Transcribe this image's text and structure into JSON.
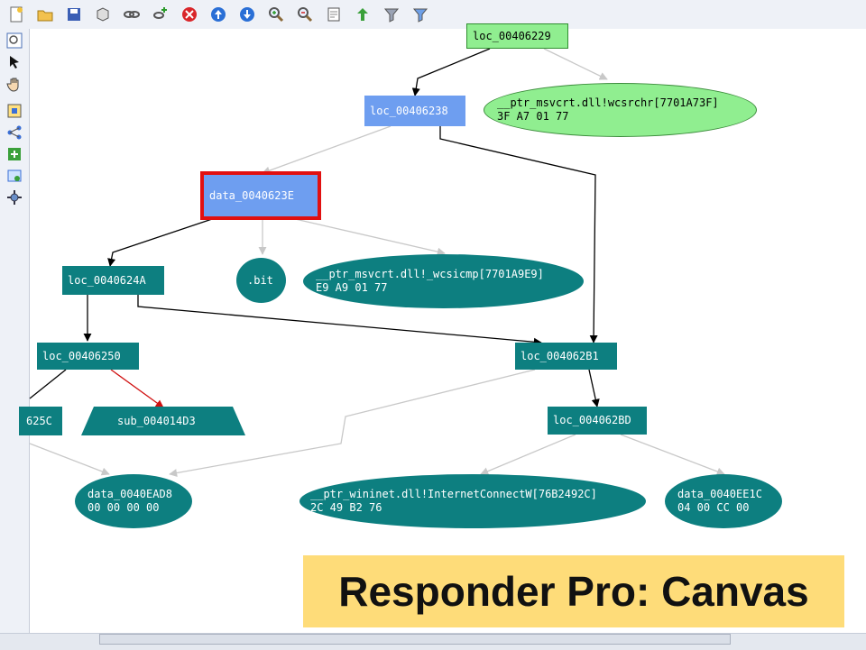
{
  "graph": {
    "nodes": {
      "loc_00406229": "loc_00406229",
      "loc_00406238": "loc_00406238",
      "ptr_wcsrchr_line1": "__ptr_msvcrt.dll!wcsrchr[7701A73F]",
      "ptr_wcsrchr_line2": "3F A7 01 77",
      "data_0040623E": "data_0040623E",
      "loc_0040624A": "loc_0040624A",
      "bit": ".bit",
      "ptr_wcsicmp_line1": "__ptr_msvcrt.dll!_wcsicmp[7701A9E9]",
      "ptr_wcsicmp_line2": "E9 A9 01 77",
      "loc_00406250": "loc_00406250",
      "loc_004062B1": "loc_004062B1",
      "partial_625C": "625C",
      "sub_004014D3": "sub_004014D3",
      "loc_004062BD": "loc_004062BD",
      "data_0040EAD8_line1": "data_0040EAD8",
      "data_0040EAD8_line2": "00 00 00 00",
      "ptr_internet_line1": "__ptr_wininet.dll!InternetConnectW[76B2492C]",
      "ptr_internet_line2": "2C 49 B2 76",
      "data_0040EE1C_line1": "data_0040EE1C",
      "data_0040EE1C_line2": "04 00 CC 00"
    }
  },
  "caption": "Responder Pro: Canvas",
  "colors": {
    "teal_node": "#0d7f80",
    "blue_node": "#6e9ef0",
    "green_node": "#90ee90",
    "selection": "#e11010",
    "caption_bg": "#fedc79",
    "edge_black": "#000000",
    "edge_gray": "#c8c8c8",
    "edge_red": "#d01010"
  },
  "toolbar_icons": [
    "new-icon",
    "open-folder-icon",
    "save-icon",
    "cube-icon",
    "link-icon",
    "link-add-icon",
    "stop-icon",
    "up-arrow-icon",
    "down-arrow-icon",
    "zoom-in-icon",
    "zoom-out-icon",
    "page-icon",
    "tree-down-icon",
    "filter-icon",
    "filter-edit-icon"
  ],
  "sidebar_icons": [
    "zoom-window-icon",
    "pointer-icon",
    "hand-icon",
    "fit-icon",
    "layout-icon",
    "add-node-icon",
    "export-icon",
    "settings-icon"
  ]
}
